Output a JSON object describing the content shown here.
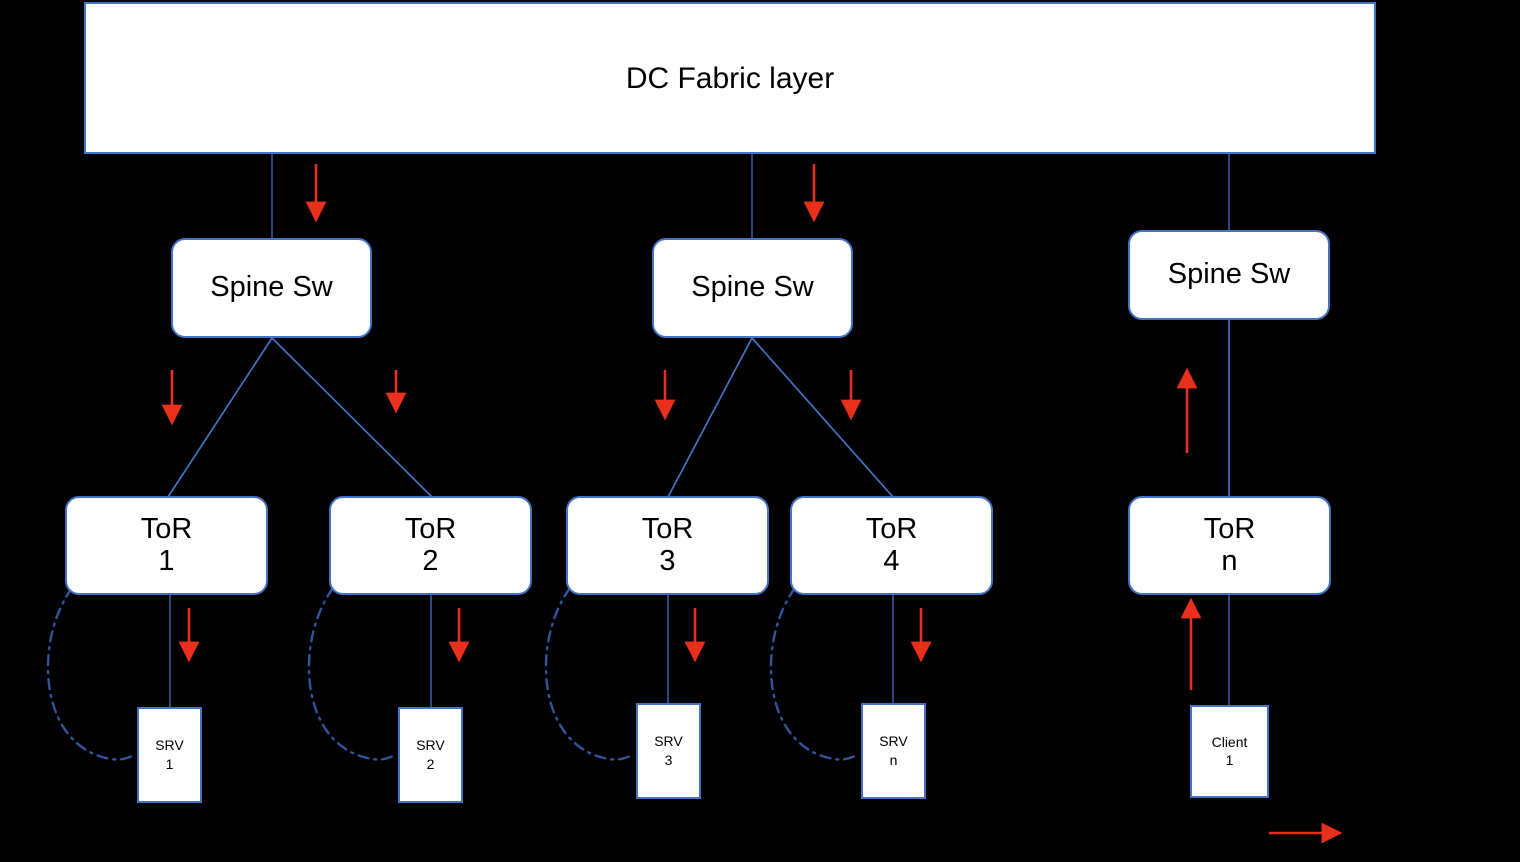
{
  "diagram": {
    "title": "DC Fabric layer",
    "background_color": "#000000",
    "box_fill": "#ffffff",
    "box_border_color": "#4472C4",
    "link_color": "#4472C4",
    "arrow_color": "#E8301C",
    "dashed_link_color": "#31549B"
  },
  "fabric": {
    "label": "DC Fabric layer"
  },
  "spines": [
    {
      "label": "Spine Sw"
    },
    {
      "label": "Spine Sw"
    },
    {
      "label": "Spine Sw"
    }
  ],
  "tors": [
    {
      "name": "ToR",
      "index": "1"
    },
    {
      "name": "ToR",
      "index": "2"
    },
    {
      "name": "ToR",
      "index": "3"
    },
    {
      "name": "ToR",
      "index": "4"
    },
    {
      "name": "ToR",
      "index": "n"
    }
  ],
  "endpoints": [
    {
      "name": "SRV",
      "index": "1"
    },
    {
      "name": "SRV",
      "index": "2"
    },
    {
      "name": "SRV",
      "index": "3"
    },
    {
      "name": "SRV",
      "index": "n"
    },
    {
      "name": "Client",
      "index": "1"
    }
  ],
  "flow": {
    "downstream_arrow_count": 10,
    "upstream_arrow_count": 2,
    "legend_arrow_count": 1
  }
}
